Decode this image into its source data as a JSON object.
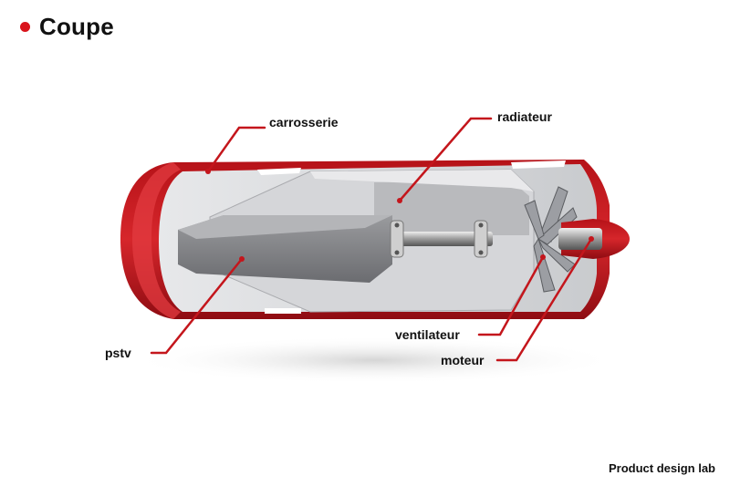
{
  "title": "Coupe",
  "accent_color": "#d9141b",
  "labels": {
    "carrosserie": "carrosserie",
    "radiateur": "radiateur",
    "ventilateur": "ventilateur",
    "moteur": "moteur",
    "pstv": "pstv"
  },
  "footer": "Product design lab"
}
